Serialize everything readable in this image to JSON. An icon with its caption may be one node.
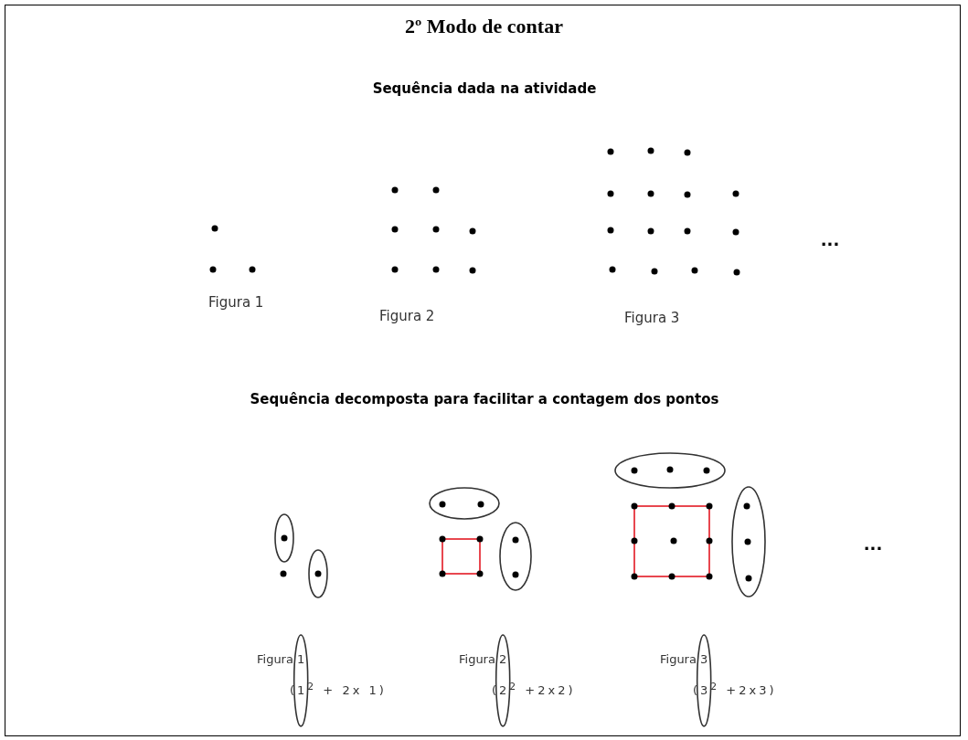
{
  "diagram": {
    "title": "2º Modo de contar",
    "labels": [
      "Sequência dada na atividade",
      "Figura 1",
      "Figura 2",
      "Figura 3",
      "...",
      "Sequência decomposta para facilitar a contagem dos pontos",
      "...",
      "Figura 1",
      "(1$^{2}$ + 2x 1)",
      "Figura 2",
      "(2$^{2}$ +2x2)",
      "Figura 3",
      "(3$^{2}$ +2x3)"
    ]
  }
}
